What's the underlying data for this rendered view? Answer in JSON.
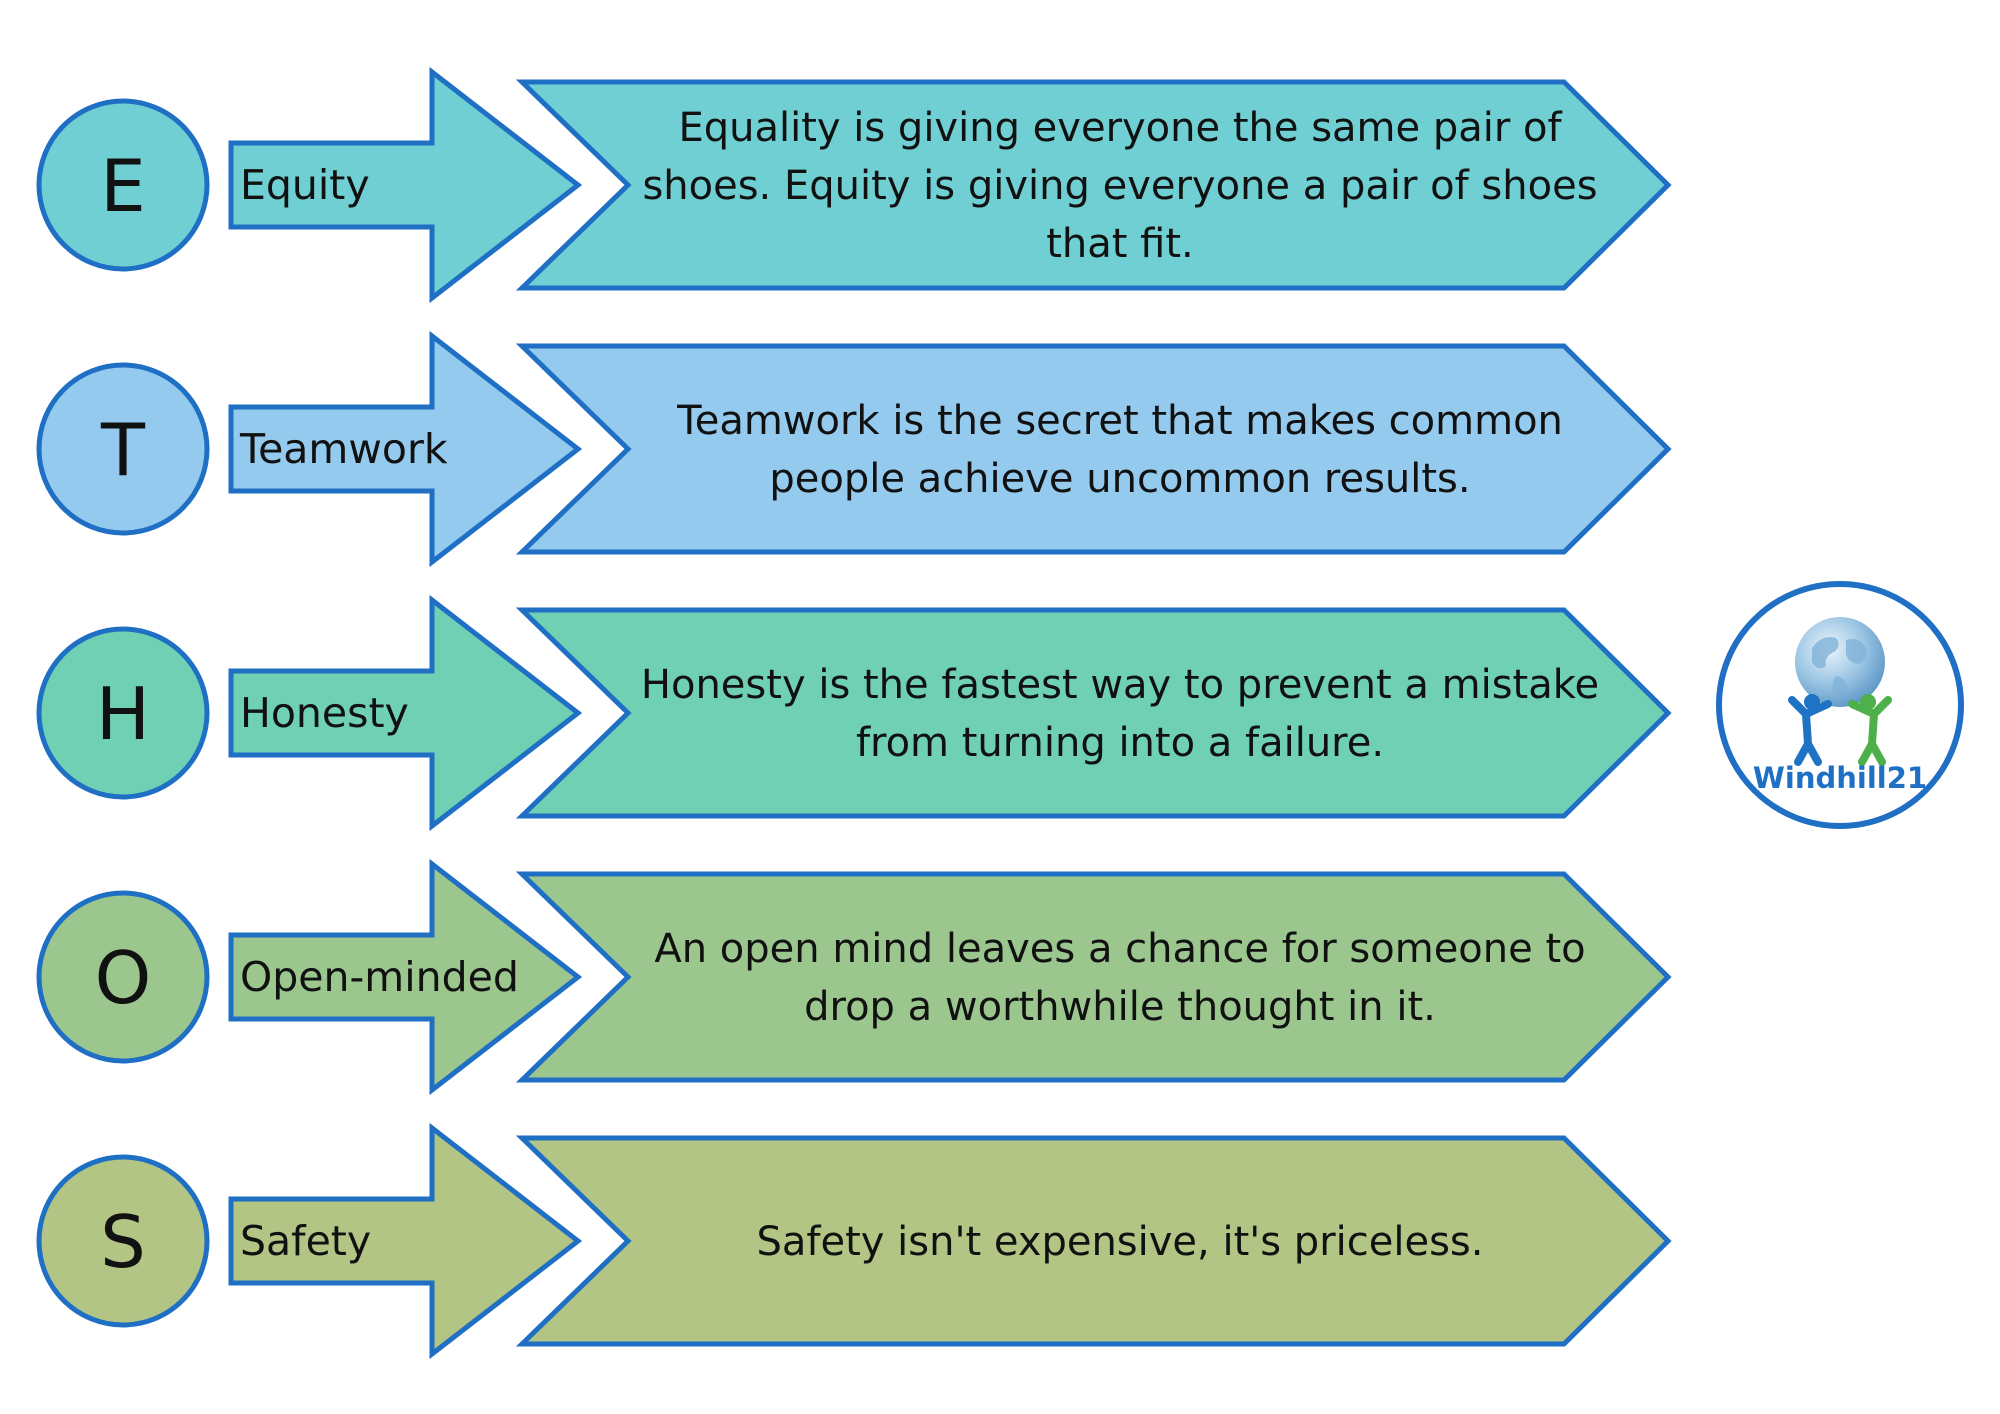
{
  "colors": {
    "stroke": "#1f6fc4",
    "row_fills": [
      "#6fcfd3",
      "#93caee",
      "#6fd0b4",
      "#9bc78f",
      "#b2c585"
    ]
  },
  "rows": [
    {
      "letter": "E",
      "label": "Equity",
      "quote": [
        "Equality is giving everyone the same pair of",
        "shoes. Equity is giving everyone a pair of shoes",
        "that fit."
      ]
    },
    {
      "letter": "T",
      "label": "Teamwork",
      "quote": [
        "Teamwork is the secret that makes common",
        "people achieve uncommon results."
      ]
    },
    {
      "letter": "H",
      "label": "Honesty",
      "quote": [
        "Honesty is the fastest way to prevent a mistake",
        "from turning into a failure."
      ]
    },
    {
      "letter": "O",
      "label": "Open-minded",
      "quote": [
        "An open mind leaves a chance for someone to",
        "drop a worthwhile thought in it."
      ]
    },
    {
      "letter": "S",
      "label": "Safety",
      "quote": [
        "Safety isn't expensive, it's priceless."
      ]
    }
  ],
  "logo": {
    "text": "Windhill21",
    "icon": "globe-with-people-icon"
  }
}
